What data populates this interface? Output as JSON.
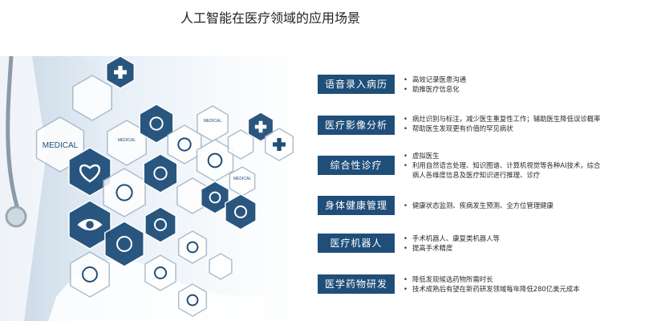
{
  "title": "人工智能在医疗领域的应用场景",
  "hero": {
    "medical_text": "MEDICAL"
  },
  "rows": [
    {
      "label": "语音录入病历",
      "bullets": [
        "高效记录医患沟通",
        "助推医疗信息化"
      ]
    },
    {
      "label": "医疗影像分析",
      "bullets": [
        "病灶识别与标注，减少医生重复性工作；辅助医生降低误诊概率",
        "帮助医生发现更有价值的罕见病状"
      ]
    },
    {
      "label": "综合性诊疗",
      "bullets": [
        "虚拟医生",
        "利用自然语言处理、知识图谱、计算机视觉等各种AI技术，综合",
        "病人各维度信息及医疗知识进行推理、诊疗"
      ]
    },
    {
      "label": "身体健康管理",
      "bullets": [
        "健康状态监测、疾病发生预测、全方位管理健康"
      ]
    },
    {
      "label": "医疗机器人",
      "bullets": [
        "手术机器人、康复类机器人等",
        "提高手术精度"
      ]
    },
    {
      "label": "医学药物研发",
      "bullets": [
        "降低发现候选药物所需时长",
        "技术成熟后有望在新药研发领域每年降低280亿美元成本"
      ]
    }
  ],
  "colors": {
    "label_bg": "#1f4e79",
    "hex_dark": "#1f4e79",
    "hex_light": "#ffffff"
  }
}
